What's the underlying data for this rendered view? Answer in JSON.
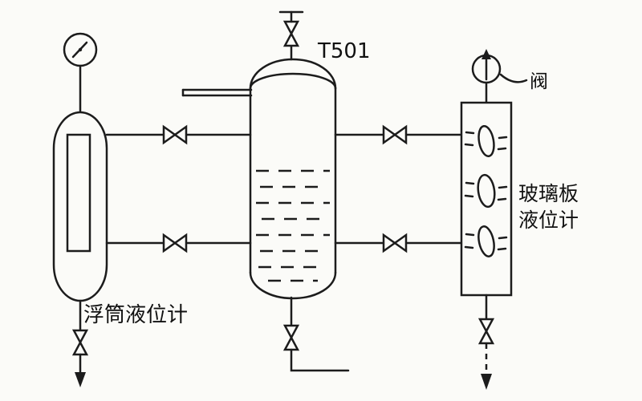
{
  "diagram": {
    "vessel_tag": "T501",
    "float_gauge_label": "浮筒液位计",
    "glass_gauge_label_line1": "玻璃板",
    "glass_gauge_label_line2": "液位计",
    "gauge_pointer_label": "阀",
    "icons": {
      "left_top": "pressure-gauge-icon",
      "right_top": "pressure-gauge-arrow-icon",
      "valves": "valve-bowtie-icon"
    },
    "colors": {
      "line": "#1c1c1c",
      "background": "#fbfbf8"
    }
  }
}
